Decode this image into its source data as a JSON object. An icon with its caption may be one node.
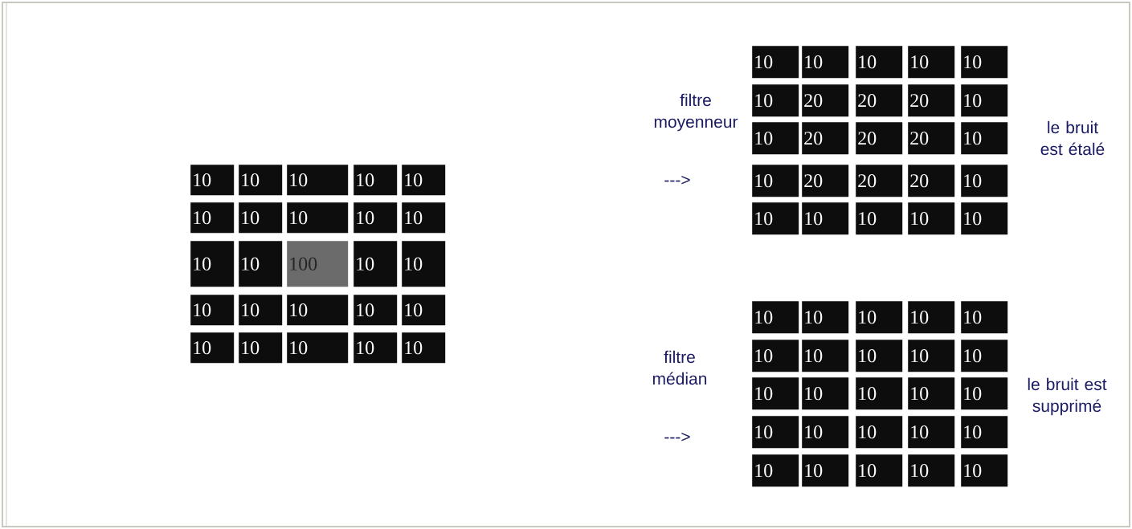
{
  "diagram": {
    "nodes": [
      {
        "text": [
          "10"
        ]
      },
      {
        "text": [
          "10"
        ]
      },
      {
        "text": [
          "10"
        ]
      },
      {
        "text": [
          "10"
        ]
      },
      {
        "text": [
          "10"
        ]
      },
      {
        "text": [
          "10"
        ]
      },
      {
        "text": [
          "10"
        ]
      },
      {
        "text": [
          "10"
        ]
      },
      {
        "text": [
          "10"
        ]
      },
      {
        "text": [
          "10"
        ]
      },
      {
        "text": [
          "10"
        ]
      },
      {
        "text": [
          "10"
        ]
      },
      {
        "text": [
          "100"
        ]
      },
      {
        "text": [
          "10"
        ]
      },
      {
        "text": [
          "10"
        ]
      },
      {
        "text": [
          "10"
        ]
      },
      {
        "text": [
          "10"
        ]
      },
      {
        "text": [
          "10"
        ]
      },
      {
        "text": [
          "10"
        ]
      },
      {
        "text": [
          "10"
        ]
      },
      {
        "text": [
          "10"
        ]
      },
      {
        "text": [
          "10"
        ]
      },
      {
        "text": [
          "10"
        ]
      },
      {
        "text": [
          "10"
        ]
      },
      {
        "text": [
          "10"
        ]
      },
      {
        "text": [
          "10"
        ]
      },
      {
        "text": [
          "10"
        ]
      },
      {
        "text": [
          "10"
        ]
      },
      {
        "text": [
          "10"
        ]
      },
      {
        "text": [
          "10"
        ]
      },
      {
        "text": [
          "10"
        ]
      },
      {
        "text": [
          "20"
        ]
      },
      {
        "text": [
          "20"
        ]
      },
      {
        "text": [
          "20"
        ]
      },
      {
        "text": [
          "10"
        ]
      },
      {
        "text": [
          "10"
        ]
      },
      {
        "text": [
          "20"
        ]
      },
      {
        "text": [
          "20"
        ]
      },
      {
        "text": [
          "20"
        ]
      },
      {
        "text": [
          "10"
        ]
      },
      {
        "text": [
          "10"
        ]
      },
      {
        "text": [
          "20"
        ]
      },
      {
        "text": [
          "20"
        ]
      },
      {
        "text": [
          "20"
        ]
      },
      {
        "text": [
          "10"
        ]
      },
      {
        "text": [
          "10"
        ]
      },
      {
        "text": [
          "10"
        ]
      },
      {
        "text": [
          "10"
        ]
      },
      {
        "text": [
          "10"
        ]
      },
      {
        "text": [
          "10"
        ]
      },
      {
        "text": [
          "10"
        ]
      },
      {
        "text": [
          "10"
        ]
      },
      {
        "text": [
          "10"
        ]
      },
      {
        "text": [
          "10"
        ]
      },
      {
        "text": [
          "10"
        ]
      },
      {
        "text": [
          "10"
        ]
      },
      {
        "text": [
          "10"
        ]
      },
      {
        "text": [
          "10"
        ]
      },
      {
        "text": [
          "10"
        ]
      },
      {
        "text": [
          "10"
        ]
      },
      {
        "text": [
          "10"
        ]
      },
      {
        "text": [
          "10"
        ]
      },
      {
        "text": [
          "10"
        ]
      },
      {
        "text": [
          "10"
        ]
      },
      {
        "text": [
          "10"
        ]
      },
      {
        "text": [
          "10"
        ]
      },
      {
        "text": [
          "10"
        ]
      },
      {
        "text": [
          "10"
        ]
      },
      {
        "text": [
          "10"
        ]
      },
      {
        "text": [
          "10"
        ]
      },
      {
        "text": [
          "10"
        ]
      },
      {
        "text": [
          "10"
        ]
      },
      {
        "text": [
          "10"
        ]
      },
      {
        "text": [
          "10"
        ]
      },
      {
        "text": [
          "10"
        ]
      }
    ],
    "labels": [
      "filtre moyenneur",
      "le bruit est étalé",
      "--->",
      "filtre médian",
      "le bruit est supprimé",
      "--->"
    ]
  }
}
